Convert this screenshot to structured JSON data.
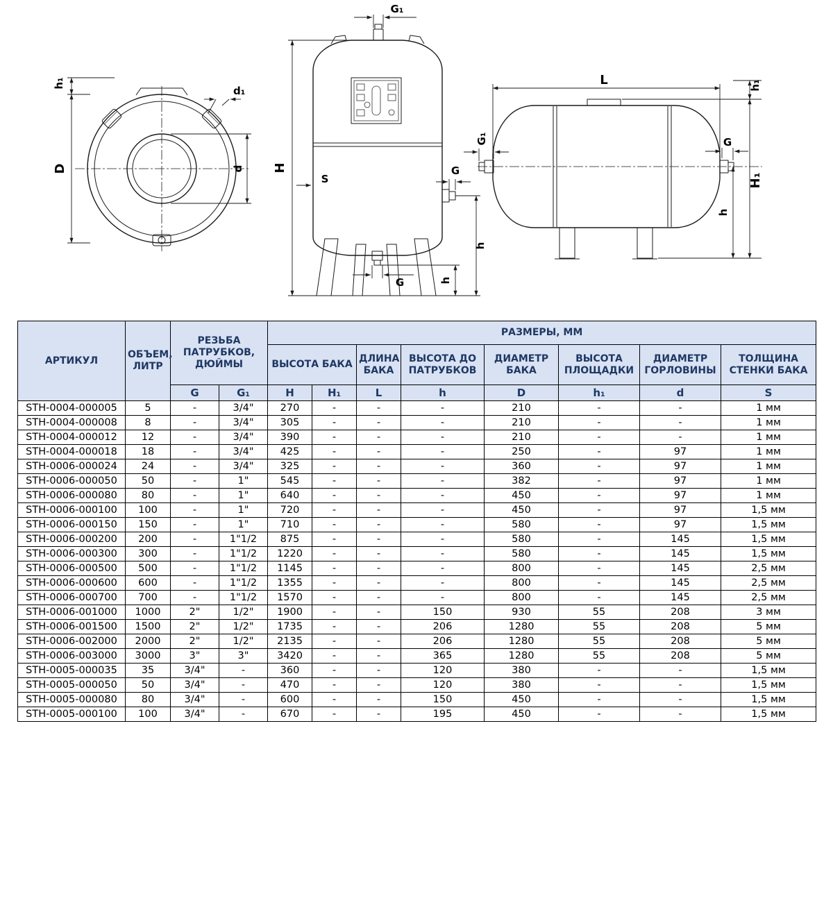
{
  "theme": {
    "header_bg": "#d9e2f3",
    "header_text": "#1f3864",
    "border_color": "#000000",
    "line_color": "#1a1a1a"
  },
  "drawings": {
    "top_view": {
      "label_h1": "h₁",
      "label_d1": "d₁",
      "label_D": "D",
      "label_d": "d"
    },
    "front_view": {
      "label_G1": "G₁",
      "label_H": "H",
      "label_S": "S",
      "label_G_side": "G",
      "label_h_side": "h",
      "label_G_bottom": "G",
      "label_h_bottom": "h"
    },
    "side_view": {
      "label_L": "L",
      "label_h1": "h₁",
      "label_G1": "G₁",
      "label_G": "G",
      "label_H1": "H₁",
      "label_h": "h"
    }
  },
  "table": {
    "header": {
      "article": "АРТИКУЛ",
      "volume": "ОБЪЕМ, ЛИТР",
      "thread": "РЕЗЬБА ПАТРУБКОВ, ДЮЙМЫ",
      "dimensions": "РАЗМЕРЫ, ММ",
      "tank_height": "ВЫСОТА БАКА",
      "tank_length": "ДЛИНА БАКА",
      "height_to_ports": "ВЫСОТА ДО ПАТРУБКОВ",
      "tank_diameter": "ДИАМЕТР БАКА",
      "platform_height": "ВЫСОТА ПЛОЩАДКИ",
      "neck_diameter": "ДИАМЕТР ГОРЛОВИНЫ",
      "wall_thickness": "ТОЛЩИНА СТЕНКИ БАКА",
      "sub": [
        "G",
        "G₁",
        "H",
        "H₁",
        "L",
        "h",
        "D",
        "h₁",
        "d",
        "S"
      ]
    },
    "rows": [
      [
        "STH-0004-000005",
        "5",
        "-",
        "3/4\"",
        "270",
        "-",
        "-",
        "-",
        "210",
        "-",
        "-",
        "1 мм"
      ],
      [
        "STH-0004-000008",
        "8",
        "-",
        "3/4\"",
        "305",
        "-",
        "-",
        "-",
        "210",
        "-",
        "-",
        "1 мм"
      ],
      [
        "STH-0004-000012",
        "12",
        "-",
        "3/4\"",
        "390",
        "-",
        "-",
        "-",
        "210",
        "-",
        "-",
        "1 мм"
      ],
      [
        "STH-0004-000018",
        "18",
        "-",
        "3/4\"",
        "425",
        "-",
        "-",
        "-",
        "250",
        "-",
        "97",
        "1 мм"
      ],
      [
        "STH-0006-000024",
        "24",
        "-",
        "3/4\"",
        "325",
        "-",
        "-",
        "-",
        "360",
        "-",
        "97",
        "1 мм"
      ],
      [
        "STH-0006-000050",
        "50",
        "-",
        "1\"",
        "545",
        "-",
        "-",
        "-",
        "382",
        "-",
        "97",
        "1 мм"
      ],
      [
        "STH-0006-000080",
        "80",
        "-",
        "1\"",
        "640",
        "-",
        "-",
        "-",
        "450",
        "-",
        "97",
        "1 мм"
      ],
      [
        "STH-0006-000100",
        "100",
        "-",
        "1\"",
        "720",
        "-",
        "-",
        "-",
        "450",
        "-",
        "97",
        "1,5 мм"
      ],
      [
        "STH-0006-000150",
        "150",
        "-",
        "1\"",
        "710",
        "-",
        "-",
        "-",
        "580",
        "-",
        "97",
        "1,5 мм"
      ],
      [
        "STH-0006-000200",
        "200",
        "-",
        "1\"1/2",
        "875",
        "-",
        "-",
        "-",
        "580",
        "-",
        "145",
        "1,5 мм"
      ],
      [
        "STH-0006-000300",
        "300",
        "-",
        "1\"1/2",
        "1220",
        "-",
        "-",
        "-",
        "580",
        "-",
        "145",
        "1,5 мм"
      ],
      [
        "STH-0006-000500",
        "500",
        "-",
        "1\"1/2",
        "1145",
        "-",
        "-",
        "-",
        "800",
        "-",
        "145",
        "2,5 мм"
      ],
      [
        "STH-0006-000600",
        "600",
        "-",
        "1\"1/2",
        "1355",
        "-",
        "-",
        "-",
        "800",
        "-",
        "145",
        "2,5 мм"
      ],
      [
        "STH-0006-000700",
        "700",
        "-",
        "1\"1/2",
        "1570",
        "-",
        "-",
        "-",
        "800",
        "-",
        "145",
        "2,5 мм"
      ],
      [
        "STH-0006-001000",
        "1000",
        "2\"",
        "1/2\"",
        "1900",
        "-",
        "-",
        "150",
        "930",
        "55",
        "208",
        "3 мм"
      ],
      [
        "STH-0006-001500",
        "1500",
        "2\"",
        "1/2\"",
        "1735",
        "-",
        "-",
        "206",
        "1280",
        "55",
        "208",
        "5 мм"
      ],
      [
        "STH-0006-002000",
        "2000",
        "2\"",
        "1/2\"",
        "2135",
        "-",
        "-",
        "206",
        "1280",
        "55",
        "208",
        "5 мм"
      ],
      [
        "STH-0006-003000",
        "3000",
        "3\"",
        "3\"",
        "3420",
        "-",
        "-",
        "365",
        "1280",
        "55",
        "208",
        "5 мм"
      ],
      [
        "STH-0005-000035",
        "35",
        "3/4\"",
        "-",
        "360",
        "-",
        "-",
        "120",
        "380",
        "-",
        "-",
        "1,5 мм"
      ],
      [
        "STH-0005-000050",
        "50",
        "3/4\"",
        "-",
        "470",
        "-",
        "-",
        "120",
        "380",
        "-",
        "-",
        "1,5 мм"
      ],
      [
        "STH-0005-000080",
        "80",
        "3/4\"",
        "-",
        "600",
        "-",
        "-",
        "150",
        "450",
        "-",
        "-",
        "1,5 мм"
      ],
      [
        "STH-0005-000100",
        "100",
        "3/4\"",
        "-",
        "670",
        "-",
        "-",
        "195",
        "450",
        "-",
        "-",
        "1,5 мм"
      ]
    ]
  }
}
